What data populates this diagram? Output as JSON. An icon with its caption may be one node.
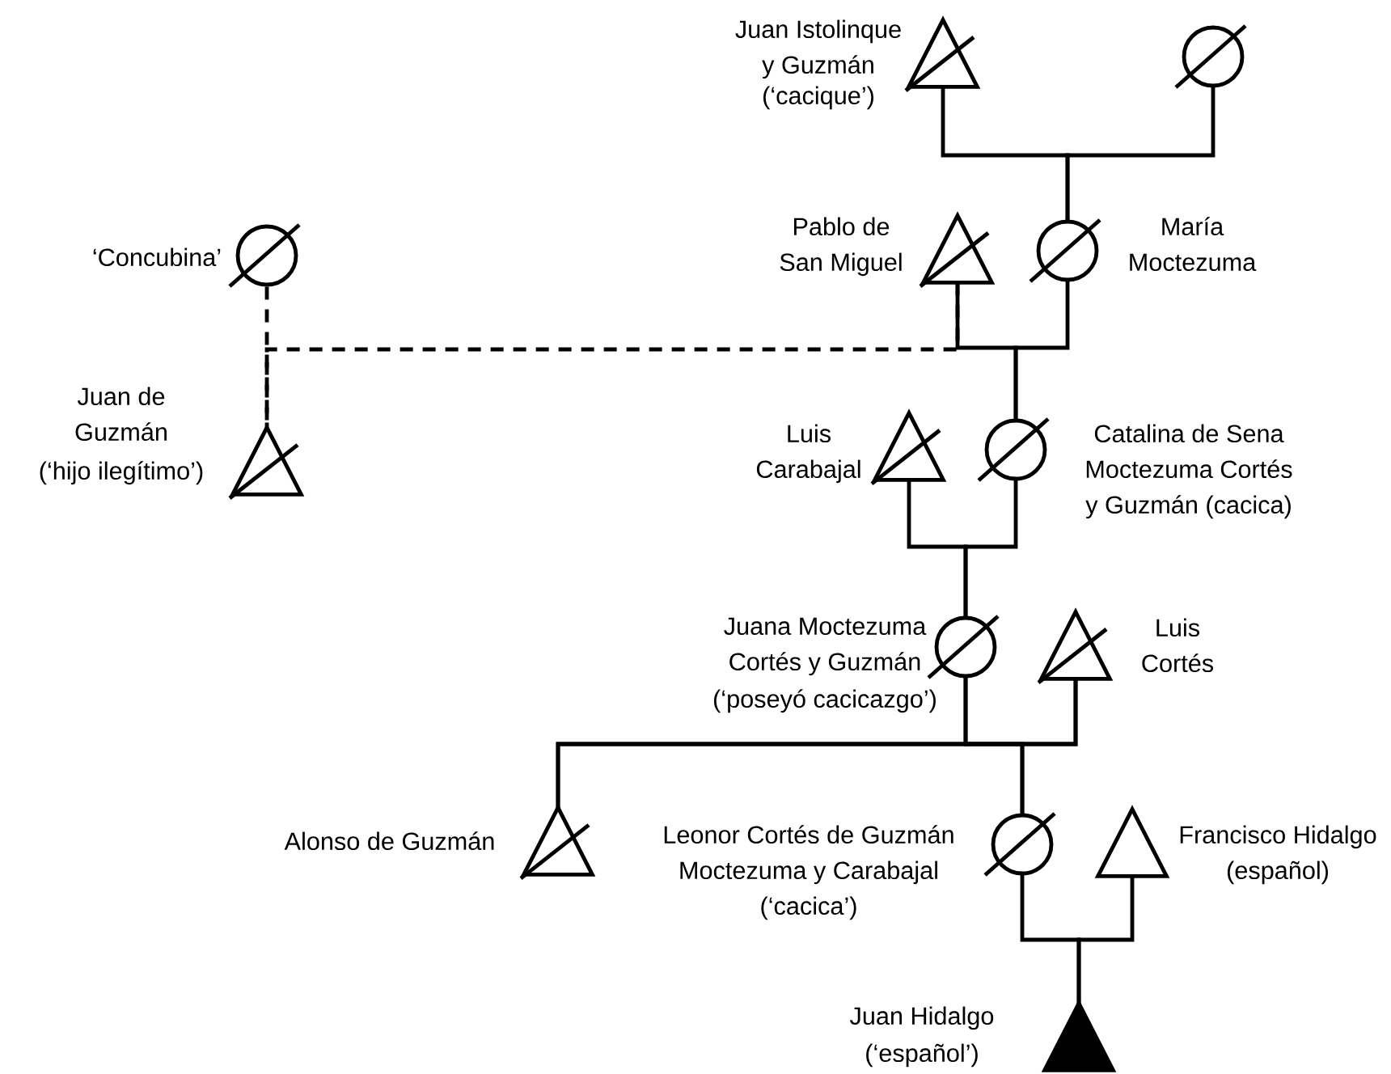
{
  "diagram": {
    "nodes": [
      {
        "text": [],
        "shape": "slashed-triangle",
        "beside": [
          "Juan Istolinque y Guzmán",
          "(‘cacique’)"
        ]
      },
      {
        "text": [],
        "shape": "slashed-circle"
      },
      {
        "text": [],
        "shape": "slashed-circle",
        "beside": [
          "‘Concubina’"
        ]
      },
      {
        "text": [],
        "shape": "slashed-triangle",
        "beside": [
          "Pablo de San Miguel"
        ]
      },
      {
        "text": [],
        "shape": "slashed-circle",
        "beside": [
          "María Moctezuma"
        ]
      },
      {
        "text": [],
        "shape": "slashed-triangle",
        "beside": [
          "Juan de Guzmán",
          "(‘hijo ilegítimo’)"
        ]
      },
      {
        "text": [],
        "shape": "slashed-triangle",
        "beside": [
          "Luis Carabajal"
        ]
      },
      {
        "text": [],
        "shape": "slashed-circle",
        "beside": [
          "Catalina de Sena Moctezuma Cortés y Guzmán (cacica)"
        ]
      },
      {
        "text": [],
        "shape": "slashed-circle",
        "beside": [
          "Juana Moctezuma Cortés y Guzmán",
          "(‘poseyó cacicazgo’)"
        ]
      },
      {
        "text": [],
        "shape": "slashed-triangle",
        "beside": [
          "Luis Cortés"
        ]
      },
      {
        "text": [],
        "shape": "slashed-triangle",
        "beside": [
          "Alonso de Guzmán"
        ]
      },
      {
        "text": [],
        "shape": "slashed-circle",
        "beside": [
          "Leonor Cortés de Guzmán Moctezuma y Carabajal",
          "(‘cacica’)"
        ]
      },
      {
        "text": [],
        "shape": "triangle",
        "beside": [
          "Francisco Hidalgo",
          "(español)"
        ]
      },
      {
        "text": [],
        "shape": "filled-triangle",
        "beside": [
          "Juan Hidalgo",
          "(‘español’)"
        ]
      }
    ],
    "edges": [
      {
        "from": 0,
        "to": 4,
        "arrow": "none"
      },
      {
        "from": 1,
        "to": 4,
        "arrow": "none"
      },
      {
        "from": 3,
        "to": 7,
        "arrow": "none"
      },
      {
        "from": 4,
        "to": 7,
        "arrow": "none"
      },
      {
        "from": 2,
        "to": 5,
        "arrow": "none",
        "style": "dashed"
      },
      {
        "from": 3,
        "to": 5,
        "arrow": "none",
        "style": "dashed"
      },
      {
        "from": 6,
        "to": 8,
        "arrow": "none"
      },
      {
        "from": 7,
        "to": 8,
        "arrow": "none"
      },
      {
        "from": 8,
        "to": 10,
        "arrow": "none"
      },
      {
        "from": 8,
        "to": 11,
        "arrow": "none"
      },
      {
        "from": 9,
        "to": 10,
        "arrow": "none"
      },
      {
        "from": 9,
        "to": 11,
        "arrow": "none"
      },
      {
        "from": 11,
        "to": 13,
        "arrow": "none"
      },
      {
        "from": 12,
        "to": 13,
        "arrow": "none"
      }
    ]
  }
}
